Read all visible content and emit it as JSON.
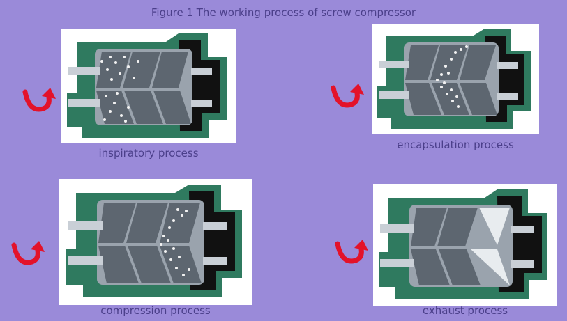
{
  "title": "Figure 1 The working process of screw compressor",
  "colors": {
    "background": "#9a8ad9",
    "housing": "#2f7a5f",
    "housing_dark": "#111111",
    "rotor": "#6c7580",
    "gas_dots": "#f2f2f2",
    "arrow": "#e3122a",
    "caption_text": "#4b3f8a"
  },
  "stages": [
    {
      "caption": "inspiratory process",
      "icon": "rotation-arrow-icon"
    },
    {
      "caption": "encapsulation process",
      "icon": "rotation-arrow-icon"
    },
    {
      "caption": "compression process",
      "icon": "rotation-arrow-icon"
    },
    {
      "caption": "exhaust process",
      "icon": "rotation-arrow-icon"
    }
  ]
}
